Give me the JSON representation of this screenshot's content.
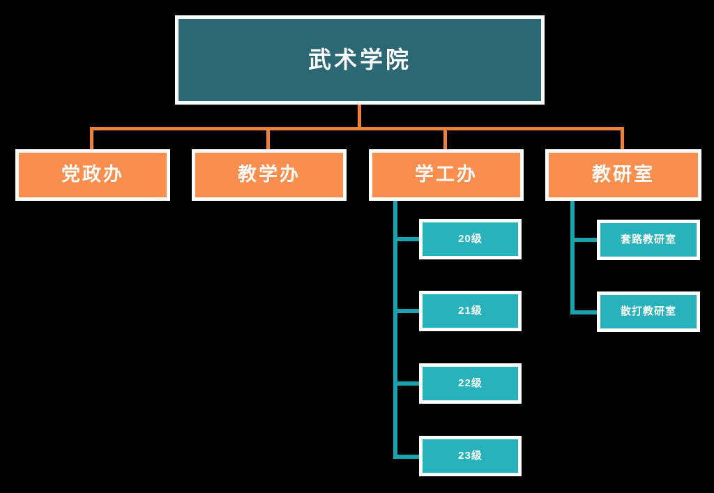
{
  "chart_data": {
    "type": "diagram",
    "diagram_type": "organizational-chart",
    "title": "武术学院",
    "orientation": "top-down",
    "background_color": "#000000",
    "colors": {
      "root_fill": "#2c6873",
      "department_fill": "#f98e4e",
      "leaf_fill": "#28b2bc",
      "node_border": "#ffffff",
      "connector_level1": "#f0813c",
      "connector_level2": "#1aa3ae",
      "text": "#ffffff"
    },
    "nodes": [
      {
        "id": "root",
        "label": "武术学院",
        "level": 0,
        "parent": null,
        "style": "root"
      },
      {
        "id": "dept1",
        "label": "党政办",
        "level": 1,
        "parent": "root",
        "style": "department"
      },
      {
        "id": "dept2",
        "label": "教学办",
        "level": 1,
        "parent": "root",
        "style": "department"
      },
      {
        "id": "dept3",
        "label": "学工办",
        "level": 1,
        "parent": "root",
        "style": "department"
      },
      {
        "id": "dept4",
        "label": "教研室",
        "level": 1,
        "parent": "root",
        "style": "department"
      },
      {
        "id": "g20",
        "label": "20级",
        "level": 2,
        "parent": "dept3",
        "style": "leaf"
      },
      {
        "id": "g21",
        "label": "21级",
        "level": 2,
        "parent": "dept3",
        "style": "leaf"
      },
      {
        "id": "g22",
        "label": "22级",
        "level": 2,
        "parent": "dept3",
        "style": "leaf"
      },
      {
        "id": "g23",
        "label": "23级",
        "level": 2,
        "parent": "dept3",
        "style": "leaf"
      },
      {
        "id": "tlr1",
        "label": "套路教研室",
        "level": 2,
        "parent": "dept4",
        "style": "leaf"
      },
      {
        "id": "tlr2",
        "label": "散打教研室",
        "level": 2,
        "parent": "dept4",
        "style": "leaf"
      }
    ],
    "edges": [
      {
        "from": "root",
        "to": "dept1"
      },
      {
        "from": "root",
        "to": "dept2"
      },
      {
        "from": "root",
        "to": "dept3"
      },
      {
        "from": "root",
        "to": "dept4"
      },
      {
        "from": "dept3",
        "to": "g20"
      },
      {
        "from": "dept3",
        "to": "g21"
      },
      {
        "from": "dept3",
        "to": "g22"
      },
      {
        "from": "dept3",
        "to": "g23"
      },
      {
        "from": "dept4",
        "to": "tlr1"
      },
      {
        "from": "dept4",
        "to": "tlr2"
      }
    ]
  },
  "root": {
    "label": "武术学院"
  },
  "departments": [
    {
      "label": "党政办"
    },
    {
      "label": "教学办"
    },
    {
      "label": "学工办"
    },
    {
      "label": "教研室"
    }
  ],
  "grades": [
    {
      "label": "20级"
    },
    {
      "label": "21级"
    },
    {
      "label": "22级"
    },
    {
      "label": "23级"
    }
  ],
  "teaching_rooms": [
    {
      "label": "套路教研室"
    },
    {
      "label": "散打教研室"
    }
  ]
}
